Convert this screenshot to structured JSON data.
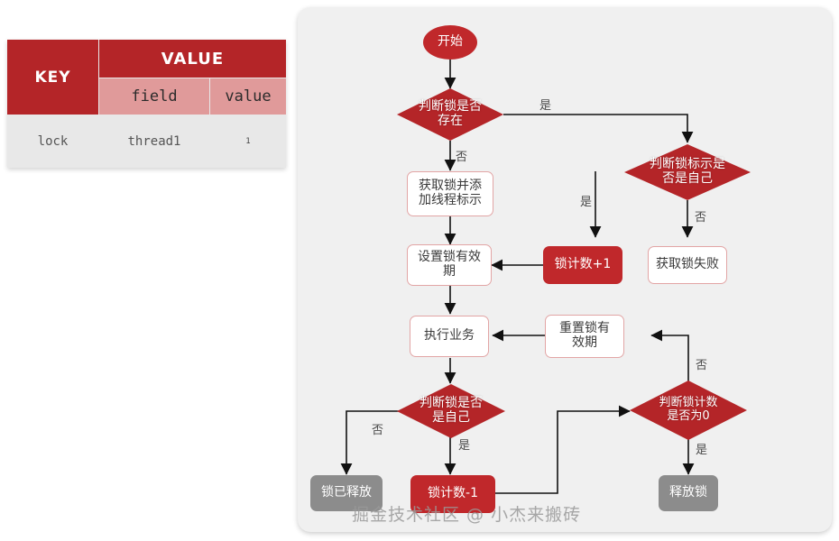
{
  "table": {
    "headers": {
      "key": "KEY",
      "value": "VALUE",
      "field": "field",
      "valuecol": "value"
    },
    "rows": [
      {
        "key": "lock",
        "field": "thread1",
        "value": "1"
      }
    ]
  },
  "flow": {
    "nodes": {
      "start": "开始",
      "check_lock_exists": "判断锁是否存在",
      "acquire_lock_add_thread": "获取锁并添加线程标示",
      "set_lock_ttl": "设置锁有效期",
      "check_lock_is_self": "判断锁标示是否是自己",
      "lock_count_inc": "锁计数+1",
      "acquire_lock_failed": "获取锁失败",
      "execute_business": "执行业务",
      "reset_lock_ttl": "重置锁有效期",
      "check_lock_owner": "判断锁是否是自己",
      "check_count_zero": "判断锁计数是否为0",
      "lock_released": "锁已释放",
      "lock_count_dec": "锁计数-1",
      "release_lock": "释放锁"
    },
    "edge_labels": {
      "exists_yes": "是",
      "exists_no": "否",
      "is_self_yes": "是",
      "is_self_no": "否",
      "owner_no": "否",
      "owner_yes": "是",
      "count_zero_no": "否",
      "count_zero_yes": "是"
    }
  },
  "watermark": "掘金技术社区 @ 小杰来搬砖",
  "colors": {
    "red_fill": "#b42528",
    "red_node": "#c0282b",
    "pink_header": "#e09a9a",
    "grey_node": "#8c8c8c",
    "panel_bg": "#f0f0f0",
    "cell_bg": "#e8e8e8"
  }
}
